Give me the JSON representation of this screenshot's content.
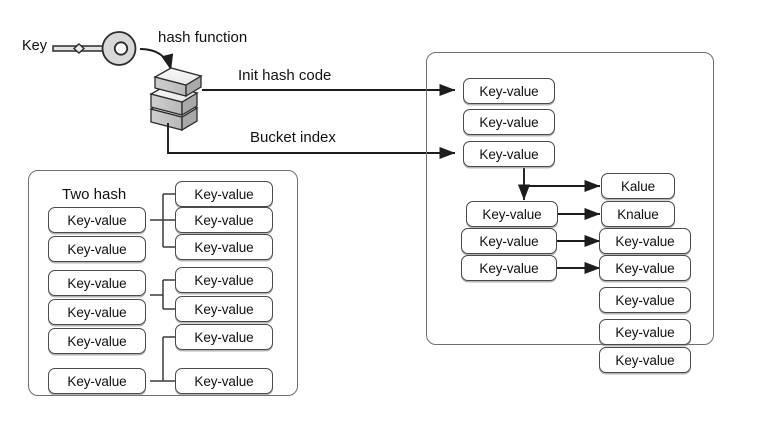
{
  "diagram": {
    "title_labels": {
      "key": "Key",
      "hash_function": "hash function",
      "init_hash_code": "Init hash code",
      "bucket_index": "Bucket index",
      "two_hash": "Two hash"
    },
    "icons": {
      "key_icon": "key-icon",
      "hash_stack_icon": "hash-function-stack-icon",
      "curved_arrow": "curved-arrow-icon"
    },
    "colors": {
      "background": "#ffffff",
      "node_border": "#4a4a4a",
      "panel_border": "#6f6f6f",
      "line": "#1d1d1d",
      "text": "#111111",
      "icon_fill_light": "#f0f0f0",
      "icon_fill_mid": "#d6d6d6",
      "icon_fill_dark": "#bdbdbd"
    }
  },
  "left_panel": {
    "name": "two-hash-panel",
    "heading": "Two hash",
    "left_column": [
      {
        "label": "Key-value"
      },
      {
        "label": "Key-value"
      },
      {
        "label": "Key-value"
      },
      {
        "label": "Key-value"
      },
      {
        "label": "Key-value"
      },
      {
        "label": "Key-value"
      }
    ],
    "right_column": [
      {
        "label": "Key-value"
      },
      {
        "label": "Key-value"
      },
      {
        "label": "Key-value"
      },
      {
        "label": "Key-value"
      },
      {
        "label": "Key-value"
      },
      {
        "label": "Key-value"
      },
      {
        "label": "Key-value"
      }
    ]
  },
  "right_panel": {
    "name": "bucket-panel",
    "bucket_column": [
      {
        "label": "Key-value"
      },
      {
        "label": "Key-value"
      },
      {
        "label": "Key-value"
      }
    ],
    "chain_column": [
      {
        "label": "Key-value"
      },
      {
        "label": "Key-value"
      },
      {
        "label": "Key-value"
      }
    ],
    "value_column": [
      {
        "label": "Kalue"
      },
      {
        "label": "Knalue"
      },
      {
        "label": "Key-value"
      },
      {
        "label": "Key-value"
      },
      {
        "label": "Key-value"
      },
      {
        "label": "Key-value"
      },
      {
        "label": "Key-value"
      }
    ]
  }
}
